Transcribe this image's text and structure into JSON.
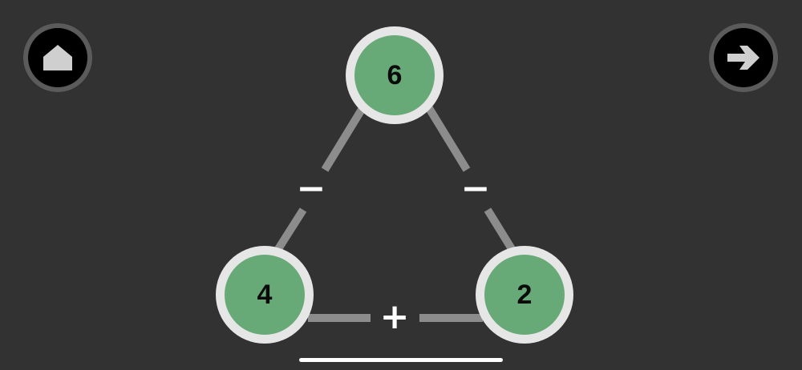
{
  "buttons": {
    "home": {
      "icon": "home-icon"
    },
    "next": {
      "icon": "arrow-right-icon"
    }
  },
  "nodes": {
    "top": {
      "value": "6"
    },
    "left": {
      "value": "4"
    },
    "right": {
      "value": "2"
    }
  },
  "operators": {
    "left_edge": "−",
    "right_edge": "−",
    "bottom_edge": "+"
  },
  "colors": {
    "background": "#323232",
    "node_fill": "#68aa77",
    "node_ring": "#e6e6e6",
    "edge": "#8c8c8c",
    "operator": "#ffffff"
  }
}
